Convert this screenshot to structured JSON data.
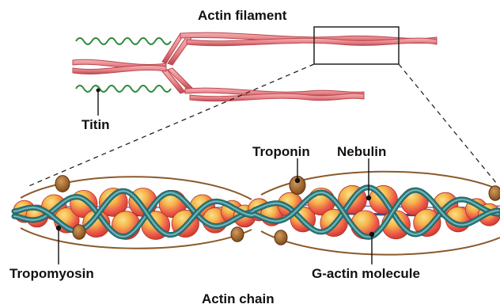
{
  "labels": {
    "actin_filament": "Actin filament",
    "titin": "Titin",
    "troponin": "Troponin",
    "nebulin": "Nebulin",
    "tropomyosin": "Tropomyosin",
    "g_actin": "G-actin molecule",
    "actin_chain": "Actin chain"
  },
  "colors": {
    "actin_strand": "#e8848a",
    "actin_strand_dark": "#b9494f",
    "titin": "#2f8a3a",
    "g_actin_core": "#ee5b4a",
    "g_actin_highlight": "#f6c64a",
    "tropomyosin": "#2f7d80",
    "tropomyosin_light": "#7fc0c0",
    "troponin": "#a56a2c",
    "nebulin": "#3b4a8c",
    "text": "#111111",
    "guide_line": "#222222"
  }
}
